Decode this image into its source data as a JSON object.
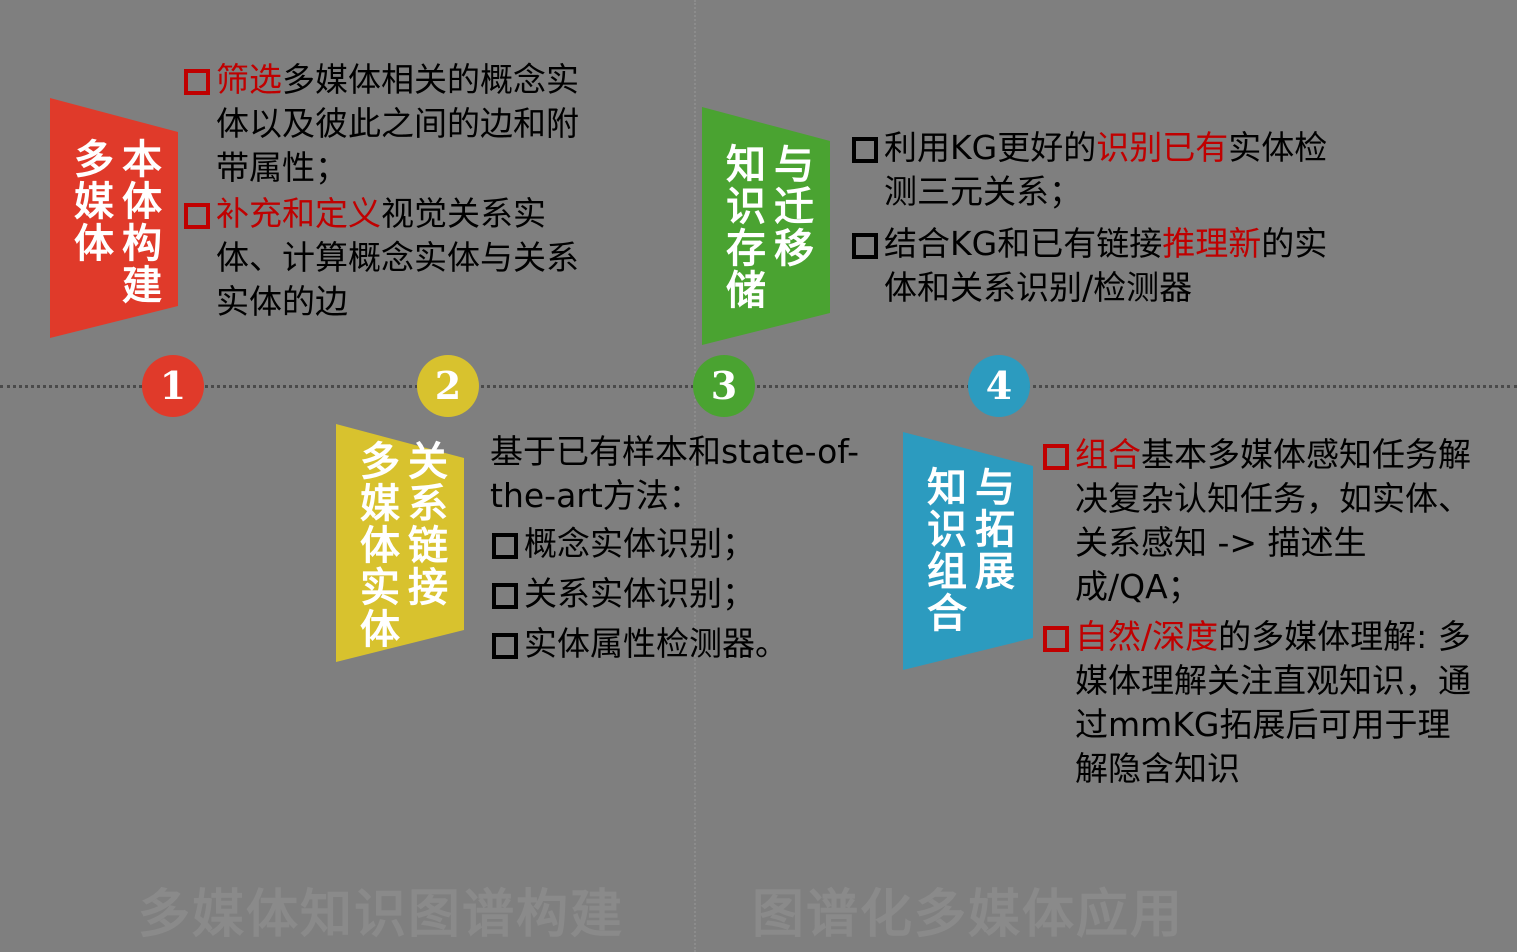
{
  "steps": [
    {
      "num": "1",
      "color": "#e03a2a",
      "title_line1": "本体构建",
      "title_line2": "多媒体"
    },
    {
      "num": "2",
      "color": "#d8c22e",
      "title_line1": "关系链接",
      "title_line2": "多媒体实体"
    },
    {
      "num": "3",
      "color": "#4aa331",
      "title_line1": "与迁移",
      "title_line2": "知识存储"
    },
    {
      "num": "4",
      "color": "#2c9bbf",
      "title_line1": "与拓展",
      "title_line2": "知识组合"
    }
  ],
  "block1": {
    "item1_hl": "筛选",
    "item1_text": "多媒体相关的概念实体以及彼此之间的边和附带属性；",
    "item2_hl": "补充和定义",
    "item2_text": "视觉关系实体、计算概念实体与关系实体的边"
  },
  "block2": {
    "intro": "基于已有样本和state-of-the-art方法：",
    "items": [
      "概念实体识别；",
      "关系实体识别；",
      "实体属性检测器。"
    ]
  },
  "block3": {
    "item1_pre": "利用KG更好的",
    "item1_hl": "识别已有",
    "item1_post": "实体检测三元关系；",
    "item2_pre": "结合KG和已有链接",
    "item2_hl": "推理新",
    "item2_post": "的实体和关系识别/检测器"
  },
  "block4": {
    "item1_hl": "组合",
    "item1_text": "基本多媒体感知任务解决复杂认知任务，如实体、关系感知 -> 描述生成/QA；",
    "item2_hl": "自然/深度",
    "item2_text": "的多媒体理解: 多媒体理解关注直观知识，通过mmKG拓展后可用于理解隐含知识"
  },
  "footer": {
    "left": "多媒体知识图谱构建",
    "right": "图谱化多媒体应用"
  }
}
